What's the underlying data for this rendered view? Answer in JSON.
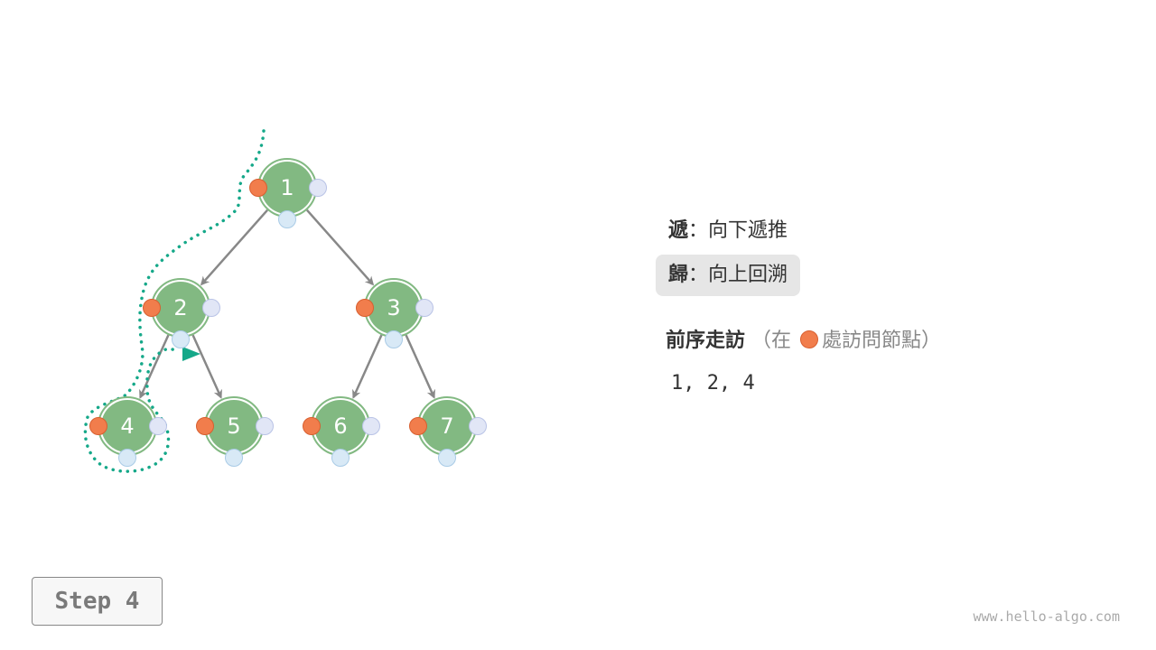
{
  "tree": {
    "nodes": [
      {
        "id": 1,
        "label": "1"
      },
      {
        "id": 2,
        "label": "2"
      },
      {
        "id": 3,
        "label": "3"
      },
      {
        "id": 4,
        "label": "4"
      },
      {
        "id": 5,
        "label": "5"
      },
      {
        "id": 6,
        "label": "6"
      },
      {
        "id": 7,
        "label": "7"
      }
    ],
    "edges": [
      {
        "from": 1,
        "to": 2
      },
      {
        "from": 1,
        "to": 3
      },
      {
        "from": 2,
        "to": 4
      },
      {
        "from": 2,
        "to": 5
      },
      {
        "from": 3,
        "to": 6
      },
      {
        "from": 3,
        "to": 7
      }
    ]
  },
  "legend": {
    "down_key": "遞",
    "down_text": "：向下遞推",
    "up_key": "歸",
    "up_text": "：向上回溯"
  },
  "order": {
    "title": "前序走訪",
    "paren_open": "（在",
    "paren_close": "處訪問節點）",
    "sequence": "1, 2, 4"
  },
  "step_button": "Step 4",
  "watermark": "www.hello-algo.com",
  "colors": {
    "node_fill": "#82b982",
    "node_ring": "#82b982",
    "edge": "#888888",
    "path": "#15a889",
    "dot_pre": "#f17d4c",
    "dot_in": "#d8e9f6",
    "dot_post": "#e1e6f6"
  }
}
